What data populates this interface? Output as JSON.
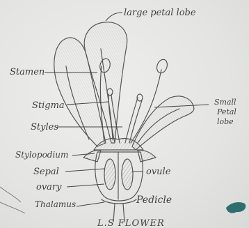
{
  "labels": {
    "large_petal_lobe": "large petal lobe",
    "stamen": "Stamen",
    "stigma": "Stigma",
    "styles": "Styles",
    "small_petal_lobe_1": "Small",
    "small_petal_lobe_2": "Petal",
    "small_petal_lobe_3": "lobe",
    "stylopodium": "Stylopodium",
    "sepal": "Sepal",
    "ovary": "ovary",
    "ovule": "ovule",
    "thalamus": "Thalamus",
    "pedicle": "Pedicle",
    "caption": "L.S FLOWER"
  },
  "colors": {
    "paper": "#e7e8e6",
    "pencil": "#555555",
    "ink": "#3f3f3f"
  }
}
